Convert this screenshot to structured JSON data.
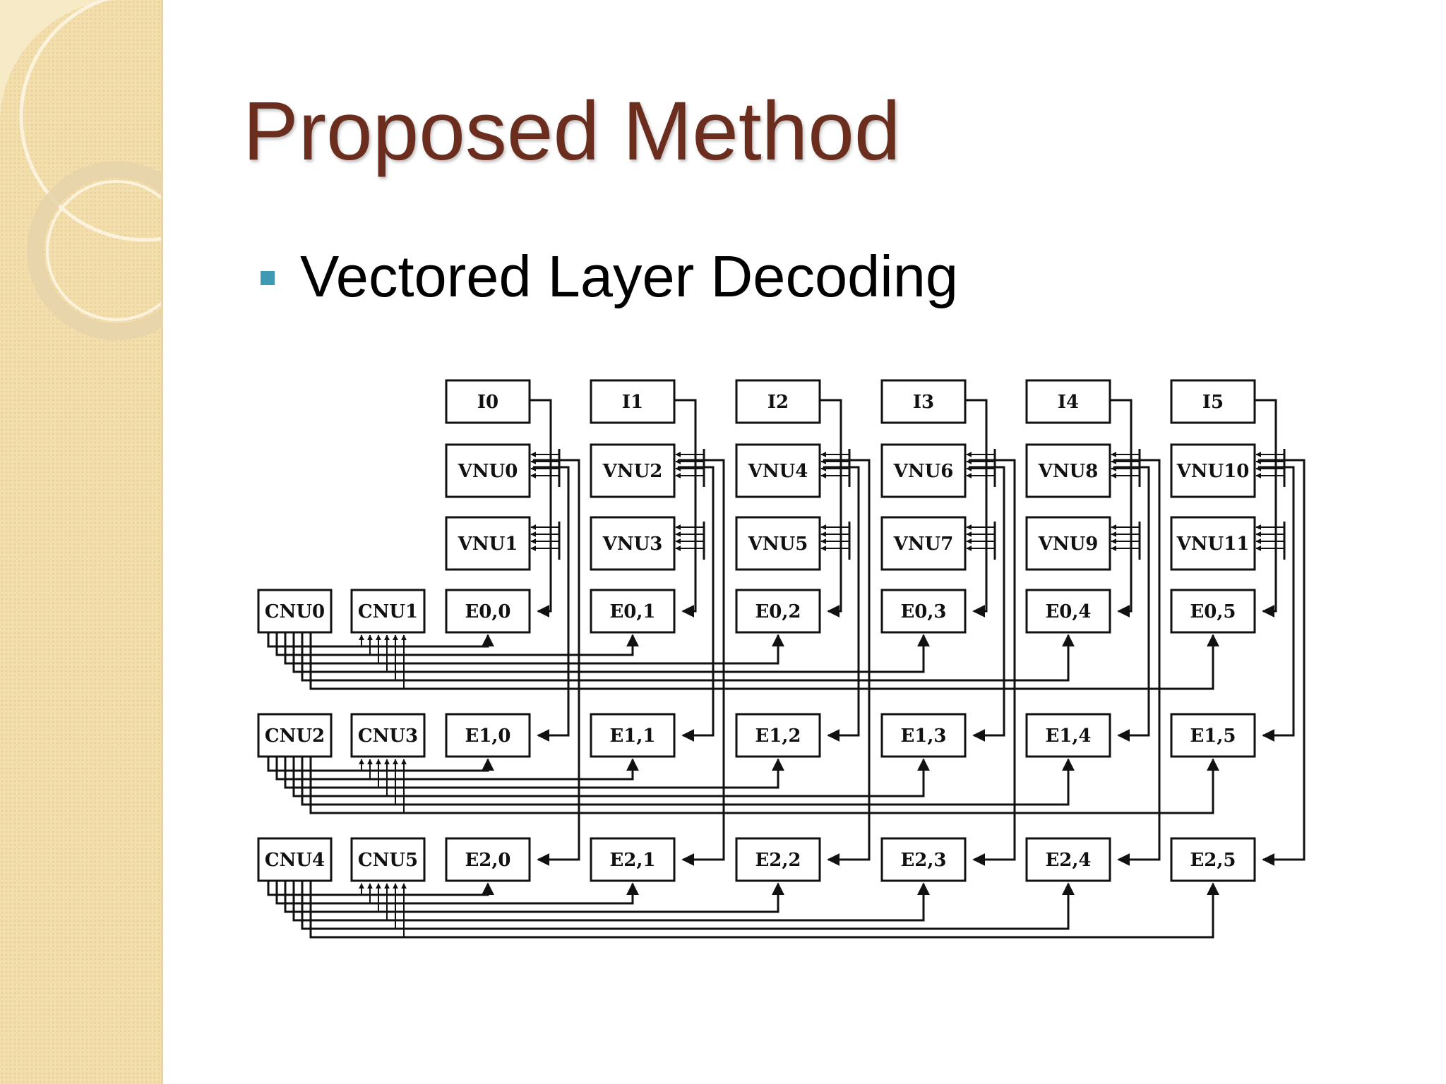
{
  "slide": {
    "title": "Proposed Method",
    "bullet": "Vectored Layer Decoding"
  },
  "diagram": {
    "inputs": [
      "I0",
      "I1",
      "I2",
      "I3",
      "I4",
      "I5"
    ],
    "vnu_top": [
      "VNU0",
      "VNU2",
      "VNU4",
      "VNU6",
      "VNU8",
      "VNU10"
    ],
    "vnu_bottom": [
      "VNU1",
      "VNU3",
      "VNU5",
      "VNU7",
      "VNU9",
      "VNU11"
    ],
    "edge_rows": [
      {
        "cnu_left": "CNU0",
        "cnu_right": "CNU1",
        "edges": [
          "E0,0",
          "E0,1",
          "E0,2",
          "E0,3",
          "E0,4",
          "E0,5"
        ]
      },
      {
        "cnu_left": "CNU2",
        "cnu_right": "CNU3",
        "edges": [
          "E1,0",
          "E1,1",
          "E1,2",
          "E1,3",
          "E1,4",
          "E1,5"
        ]
      },
      {
        "cnu_left": "CNU4",
        "cnu_right": "CNU5",
        "edges": [
          "E2,0",
          "E2,1",
          "E2,2",
          "E2,3",
          "E2,4",
          "E2,5"
        ]
      }
    ]
  },
  "colors": {
    "title": "#6b2d1d",
    "bullet_marker": "#3d9ab2",
    "sidebar": "#f3dfae"
  }
}
